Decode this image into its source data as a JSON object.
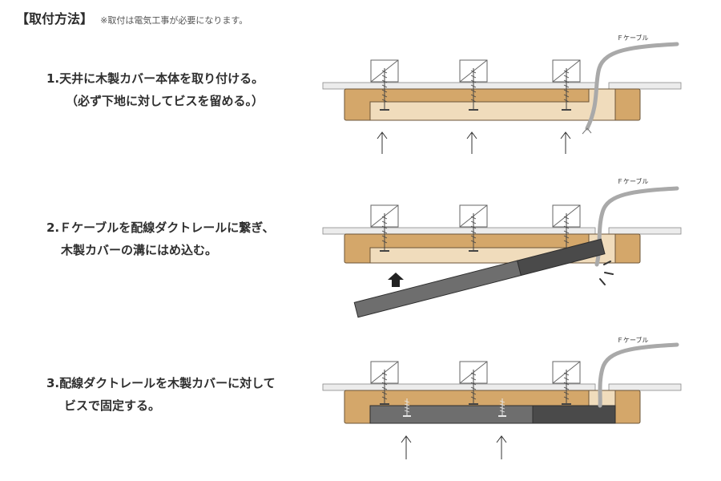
{
  "header": {
    "title": "【取付方法】",
    "note": "※取付は電気工事が必要になります。"
  },
  "steps": [
    {
      "line1": "1.天井に木製カバー本体を取り付ける。",
      "line2": "（必ず下地に対してビスを留める。）"
    },
    {
      "line1": "2.Ｆケーブルを配線ダクトレールに繋ぎ、",
      "line2": "木製カバーの溝にはめ込む。"
    },
    {
      "line1": "3.配線ダクトレールを木製カバーに対して",
      "line2": "ビスで固定する。"
    }
  ],
  "cable_label": "Ｆケーブル",
  "colors": {
    "ceiling_fill": "#ececec",
    "ceiling_stroke": "#8a8a8a",
    "wood_dark": "#d4a76a",
    "wood_light": "#f0dcbc",
    "wood_stroke": "#6b5538",
    "rail_main": "#6e6e6e",
    "rail_end": "#4a4a4a",
    "cable": "#a9a9a9",
    "arrow": "#333333"
  }
}
